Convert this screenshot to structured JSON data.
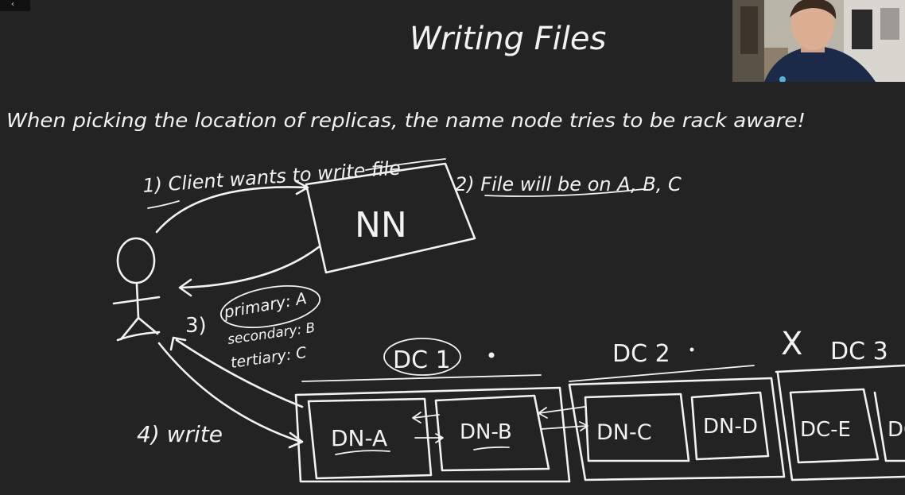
{
  "title": "Writing Files",
  "subtitle": "When picking the location of replicas, the name node tries to be rack aware!",
  "steps": {
    "step1": "1) Client wants to write file",
    "step2": "2) File will be on A, B, C",
    "step3_label": "3)",
    "step3_primary": "primary: A",
    "step3_secondary": "secondary: B",
    "step3_tertiary": "tertiary: C",
    "step4": "4) write"
  },
  "namenode_label": "NN",
  "datacenters": {
    "dc1": "DC 1",
    "dc2": "DC 2",
    "dc3": "DC 3",
    "dc3_mark": "X"
  },
  "datanodes": {
    "a": "DN-A",
    "b": "DN-B",
    "c": "DN-C",
    "d": "DN-D",
    "e": "DC-E",
    "f": "DC"
  },
  "ui": {
    "menu_glyph": "‹"
  },
  "colors": {
    "board": "#232323",
    "chalk": "#f2f2f2"
  },
  "icons": {
    "menu": "chevron-left-icon",
    "client": "stick-figure-icon"
  }
}
